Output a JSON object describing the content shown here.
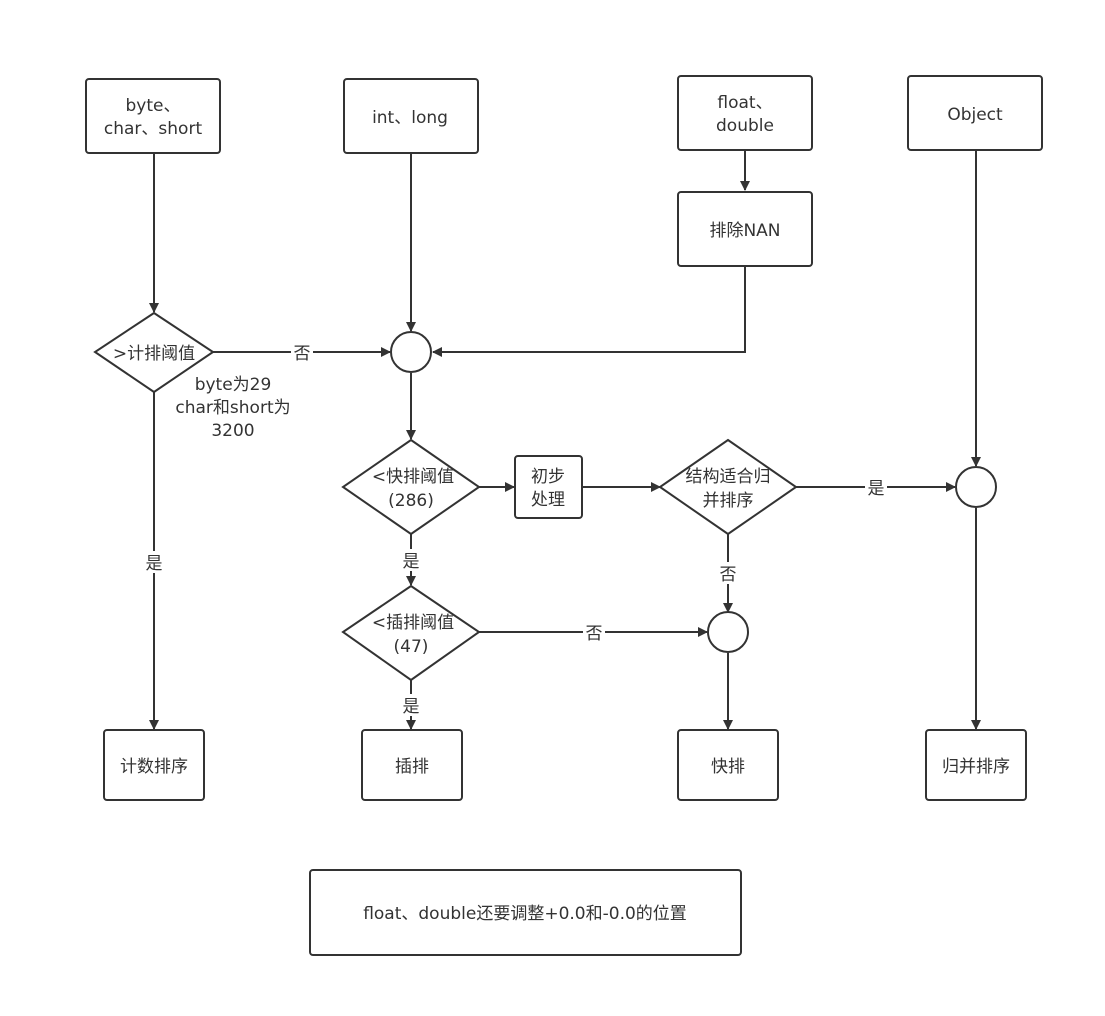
{
  "diagram": {
    "nodes": {
      "byte_char_short": {
        "lines": [
          "byte、",
          "char、short"
        ]
      },
      "int_long": {
        "lines": [
          "int、long"
        ]
      },
      "float_double": {
        "lines": [
          "float、",
          "double"
        ]
      },
      "object": {
        "lines": [
          "Object"
        ]
      },
      "exclude_nan": {
        "lines": [
          "排除NAN"
        ]
      },
      "counting_threshold": {
        "lines": [
          ">计排阈值"
        ]
      },
      "counting_note": {
        "lines": [
          "byte为29",
          "char和short为",
          "3200"
        ]
      },
      "quicksort_threshold": {
        "lines": [
          "<快排阈值",
          "(286)"
        ]
      },
      "preprocess": {
        "lines": [
          "初步",
          "处理"
        ]
      },
      "merge_suitable": {
        "lines": [
          "结构适合归",
          "并排序"
        ]
      },
      "insertion_threshold": {
        "lines": [
          "<插排阈值",
          "(47)"
        ]
      },
      "counting_sort": {
        "lines": [
          "计数排序"
        ]
      },
      "insertion_sort": {
        "lines": [
          "插排"
        ]
      },
      "quick_sort": {
        "lines": [
          "快排"
        ]
      },
      "merge_sort": {
        "lines": [
          "归并排序"
        ]
      },
      "footnote": {
        "lines": [
          "float、double还要调整+0.0和-0.0的位置"
        ]
      }
    },
    "edge_labels": {
      "counting_no": "否",
      "counting_yes": "是",
      "quick_yes": "是",
      "merge_yes": "是",
      "merge_no": "否",
      "insertion_no": "否",
      "insertion_yes": "是"
    }
  }
}
